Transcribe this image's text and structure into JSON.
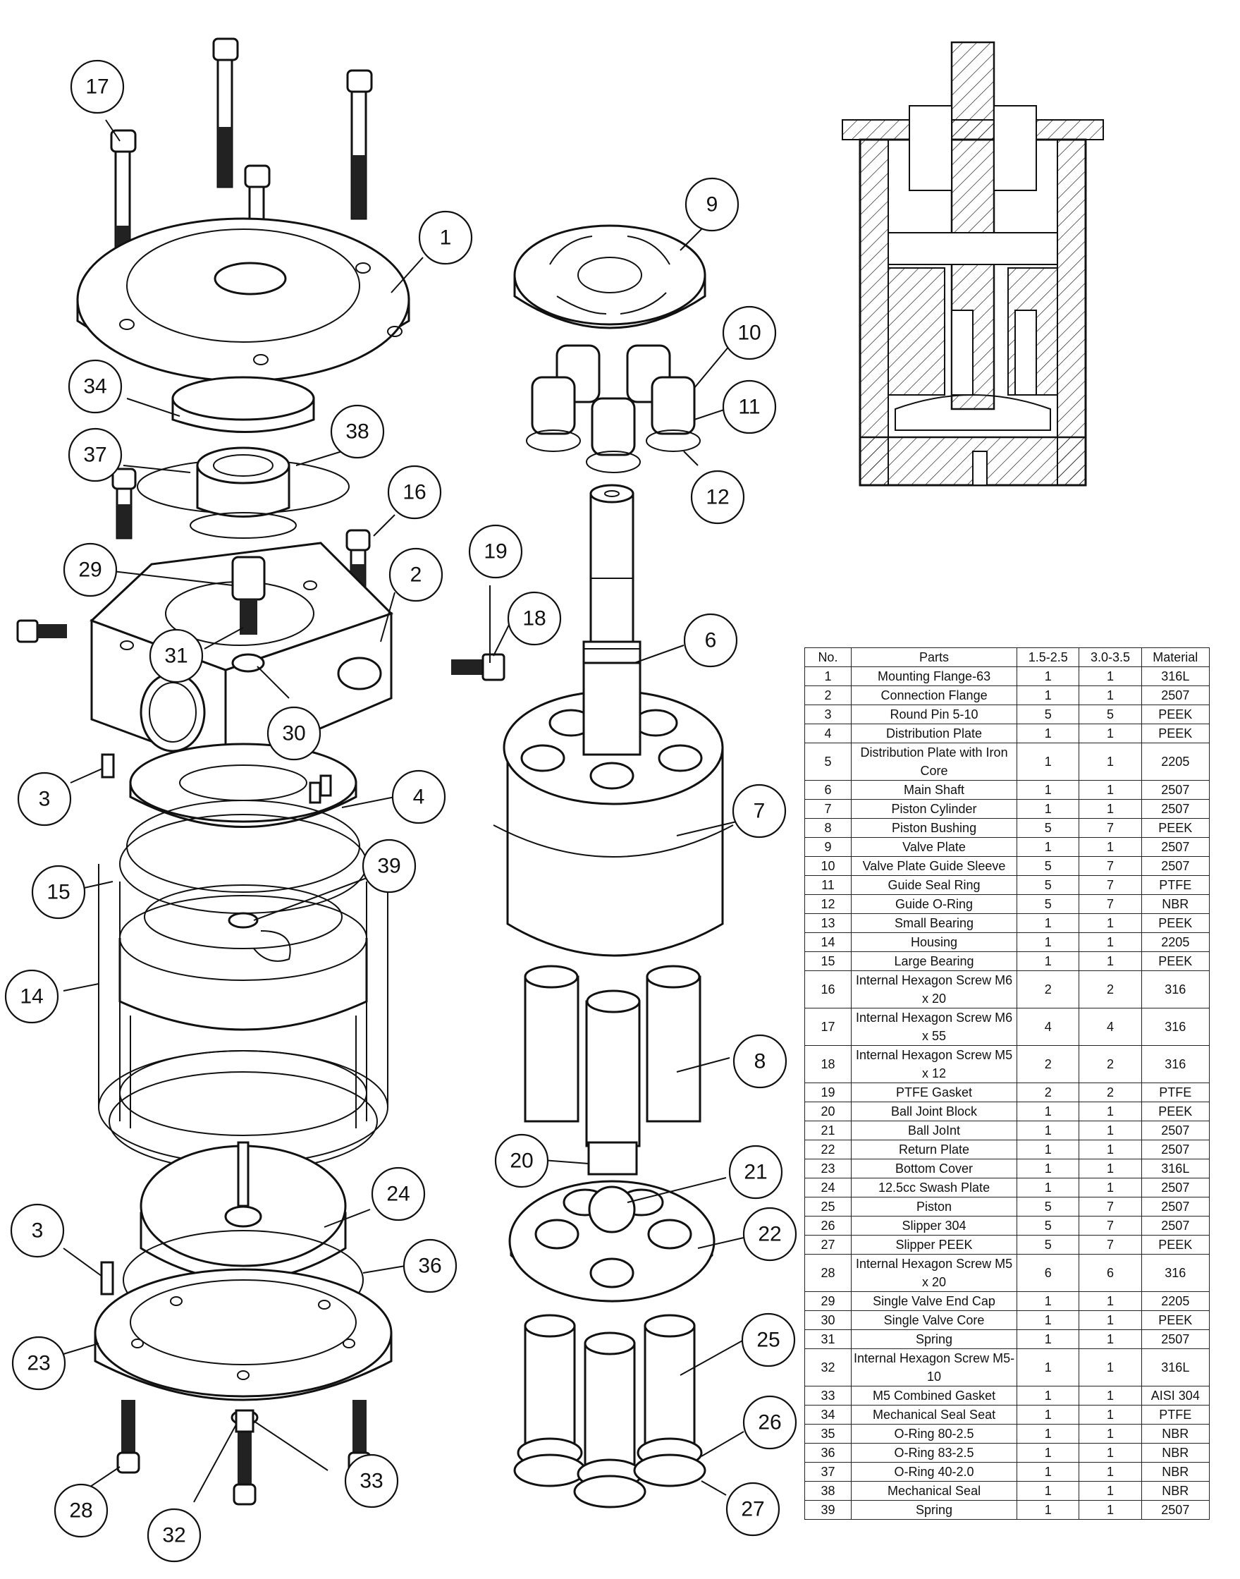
{
  "table": {
    "headers": {
      "no": "No.",
      "parts": "Parts",
      "col_a": "1.5-2.5",
      "col_b": "3.0-3.5",
      "material": "Material"
    },
    "rows": [
      {
        "no": "1",
        "part": "Mounting Flange-63",
        "a": "1",
        "b": "1",
        "material": "316L"
      },
      {
        "no": "2",
        "part": "Connection Flange",
        "a": "1",
        "b": "1",
        "material": "2507"
      },
      {
        "no": "3",
        "part": "Round Pin 5-10",
        "a": "5",
        "b": "5",
        "material": "PEEK"
      },
      {
        "no": "4",
        "part": "Distribution Plate",
        "a": "1",
        "b": "1",
        "material": "PEEK"
      },
      {
        "no": "5",
        "part": "Distribution Plate with Iron Core",
        "a": "1",
        "b": "1",
        "material": "2205"
      },
      {
        "no": "6",
        "part": "Main Shaft",
        "a": "1",
        "b": "1",
        "material": "2507"
      },
      {
        "no": "7",
        "part": "Piston Cylinder",
        "a": "1",
        "b": "1",
        "material": "2507"
      },
      {
        "no": "8",
        "part": "Piston Bushing",
        "a": "5",
        "b": "7",
        "material": "PEEK"
      },
      {
        "no": "9",
        "part": "Valve Plate",
        "a": "1",
        "b": "1",
        "material": "2507"
      },
      {
        "no": "10",
        "part": "Valve Plate Guide Sleeve",
        "a": "5",
        "b": "7",
        "material": "2507"
      },
      {
        "no": "11",
        "part": "Guide Seal Ring",
        "a": "5",
        "b": "7",
        "material": "PTFE"
      },
      {
        "no": "12",
        "part": "Guide O-Ring",
        "a": "5",
        "b": "7",
        "material": "NBR"
      },
      {
        "no": "13",
        "part": "Small Bearing",
        "a": "1",
        "b": "1",
        "material": "PEEK"
      },
      {
        "no": "14",
        "part": "Housing",
        "a": "1",
        "b": "1",
        "material": "2205"
      },
      {
        "no": "15",
        "part": "Large Bearing",
        "a": "1",
        "b": "1",
        "material": "PEEK"
      },
      {
        "no": "16",
        "part": "Internal Hexagon Screw M6 x 20",
        "a": "2",
        "b": "2",
        "material": "316"
      },
      {
        "no": "17",
        "part": "Internal Hexagon Screw M6 x 55",
        "a": "4",
        "b": "4",
        "material": "316"
      },
      {
        "no": "18",
        "part": "Internal Hexagon Screw M5 x 12",
        "a": "2",
        "b": "2",
        "material": "316"
      },
      {
        "no": "19",
        "part": "PTFE Gasket",
        "a": "2",
        "b": "2",
        "material": "PTFE"
      },
      {
        "no": "20",
        "part": "Ball Joint Block",
        "a": "1",
        "b": "1",
        "material": "PEEK"
      },
      {
        "no": "21",
        "part": "Ball JoInt",
        "a": "1",
        "b": "1",
        "material": "2507"
      },
      {
        "no": "22",
        "part": "Return Plate",
        "a": "1",
        "b": "1",
        "material": "2507"
      },
      {
        "no": "23",
        "part": "Bottom Cover",
        "a": "1",
        "b": "1",
        "material": "316L"
      },
      {
        "no": "24",
        "part": "12.5cc Swash Plate",
        "a": "1",
        "b": "1",
        "material": "2507"
      },
      {
        "no": "25",
        "part": "Piston",
        "a": "5",
        "b": "7",
        "material": "2507"
      },
      {
        "no": "26",
        "part": "Slipper 304",
        "a": "5",
        "b": "7",
        "material": "2507"
      },
      {
        "no": "27",
        "part": "Slipper PEEK",
        "a": "5",
        "b": "7",
        "material": "PEEK"
      },
      {
        "no": "28",
        "part": "Internal Hexagon Screw M5 x 20",
        "a": "6",
        "b": "6",
        "material": "316"
      },
      {
        "no": "29",
        "part": "Single Valve End Cap",
        "a": "1",
        "b": "1",
        "material": "2205"
      },
      {
        "no": "30",
        "part": "Single Valve Core",
        "a": "1",
        "b": "1",
        "material": "PEEK"
      },
      {
        "no": "31",
        "part": "Spring",
        "a": "1",
        "b": "1",
        "material": "2507"
      },
      {
        "no": "32",
        "part": "Internal Hexagon Screw M5-10",
        "a": "1",
        "b": "1",
        "material": "316L"
      },
      {
        "no": "33",
        "part": "M5 Combined Gasket",
        "a": "1",
        "b": "1",
        "material": "AISI 304"
      },
      {
        "no": "34",
        "part": "Mechanical Seal Seat",
        "a": "1",
        "b": "1",
        "material": "PTFE"
      },
      {
        "no": "35",
        "part": "O-Ring 80-2.5",
        "a": "1",
        "b": "1",
        "material": "NBR"
      },
      {
        "no": "36",
        "part": "O-Ring 83-2.5",
        "a": "1",
        "b": "1",
        "material": "NBR"
      },
      {
        "no": "37",
        "part": "O-Ring 40-2.0",
        "a": "1",
        "b": "1",
        "material": "NBR"
      },
      {
        "no": "38",
        "part": "Mechanical Seal",
        "a": "1",
        "b": "1",
        "material": "NBR"
      },
      {
        "no": "39",
        "part": "Spring",
        "a": "1",
        "b": "1",
        "material": "2507"
      }
    ]
  },
  "callouts": [
    "17",
    "1",
    "34",
    "37",
    "38",
    "16",
    "29",
    "2",
    "31",
    "30",
    "3",
    "4",
    "15",
    "39",
    "14",
    "24",
    "3",
    "36",
    "23",
    "28",
    "32",
    "33",
    "9",
    "10",
    "11",
    "12",
    "19",
    "18",
    "6",
    "7",
    "8",
    "20",
    "21",
    "22",
    "25",
    "26",
    "27"
  ]
}
